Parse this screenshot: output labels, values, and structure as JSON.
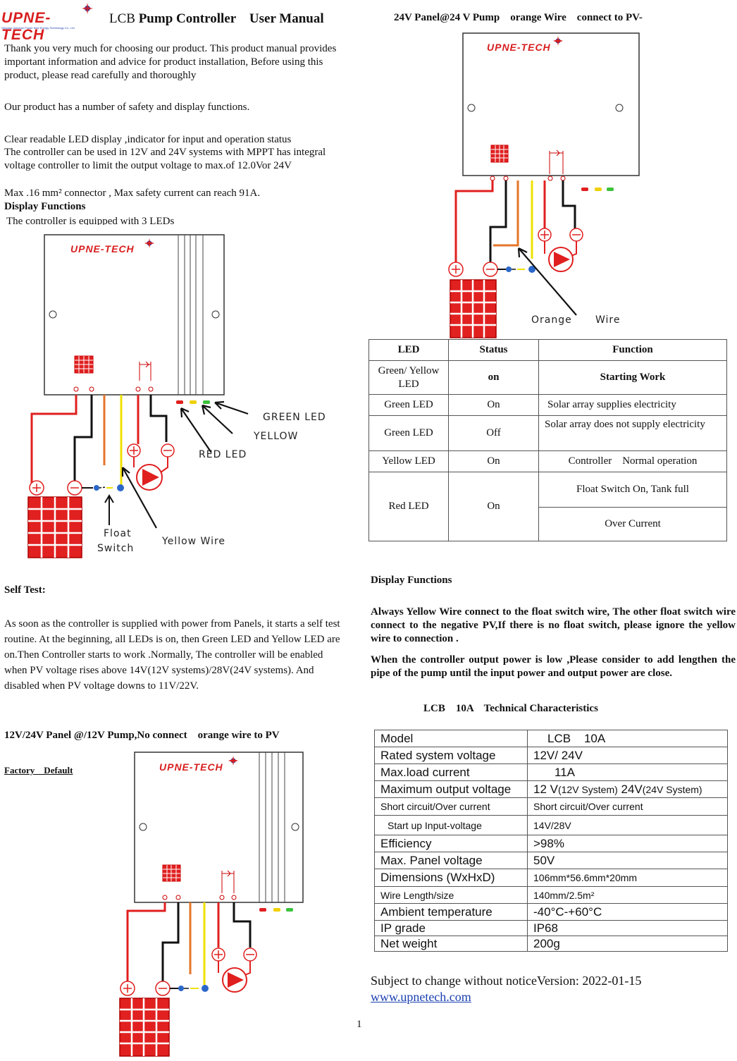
{
  "header": {
    "logo_text": "UPNE-TECH",
    "logo_tagline": "Qingdao Universe Power New Energy Technology Co., Ltd",
    "product": "LCB",
    "title_bold": "Pump Controller",
    "subtitle": "User Manual",
    "top_right": "24V Panel@24 V Pump    orange Wire    connect to PV-"
  },
  "intro": {
    "p1": "Thank you very much for choosing our product. This product manual provides important information and advice for product installation, Before using this product, please read carefully and thoroughly",
    "p2": "Our product has a number of safety and display functions.",
    "p3_line1": "Clear readable LED display ,indicator for input and operation status",
    "p3_line2": "The controller can be used in 12V and 24V systems with MPPT has integral voltage controller to limit the output voltage to max.of 12.0Vor 24V",
    "p3_line3": "Max .16 mm² connector , Max safety current can reach 91A.",
    "display_heading": "Display Functions",
    "cut_line": "The controller is equipped with 3 LEDs"
  },
  "diagram_left": {
    "logo": "UPNE-TECH",
    "green_led": "GREEN LED",
    "yellow": "YELLOW",
    "red_led": "RED LED",
    "float_switch_1": "Float",
    "float_switch_2": "Switch",
    "yellow_wire": "Yellow Wire"
  },
  "diagram_right": {
    "logo": "UPNE-TECH",
    "orange": "Orange",
    "wire": "Wire"
  },
  "diagram_bottom": {
    "logo": "UPNE-TECH"
  },
  "led_table": {
    "headers": [
      "LED",
      "Status",
      "Function"
    ],
    "r1": [
      "Green/ Yellow LED",
      "on",
      "Starting Work"
    ],
    "r2": [
      "Green LED",
      "On",
      "Solar array supplies electricity"
    ],
    "r3": [
      "Green LED",
      "Off",
      "Solar array does not supply electricity"
    ],
    "r4": [
      "Yellow LED",
      "On",
      "Controller    Normal operation"
    ],
    "r5": [
      "Red LED",
      "On",
      "Float Switch On, Tank full"
    ],
    "r5b": "Over Current"
  },
  "self_test": {
    "heading": "Self Test:",
    "body": "As soon as the controller is supplied with power from Panels, it starts a self test routine. At the beginning, all LEDs is on, then Green LED and Yellow LED are on.Then Controller starts to work .Normally, The controller will be enabled when PV voltage rises above 14V(12V systems)/28V(24V systems).    And disabled when PV voltage downs to 11V/22V.",
    "panel_heading": "12V/24V Panel @/12V Pump,No connect    orange wire to PV",
    "factory_default": "Factory    Default"
  },
  "right_text": {
    "display_heading": "Display Functions",
    "p1": "Always Yellow Wire connect to the float switch wire, The other float switch wire connect to the negative PV,If there is no float switch, please ignore the yellow wire to connection .",
    "p2": "When the controller output power is low ,Please consider to add lengthen the pipe of the pump until the input power and output power are close.",
    "tech_heading": "LCB    10A    Technical Characteristics"
  },
  "spec_table": [
    {
      "k": "Model",
      "v": "LCB    10A"
    },
    {
      "k": "Rated system voltage",
      "v": "12V/ 24V"
    },
    {
      "k": "Max.load current",
      "v": "11A"
    },
    {
      "k": "Maximum output voltage",
      "v": "12 V",
      "v2": "(12V System)",
      "v3": " 24V",
      "v4": "(24V System)"
    },
    {
      "k": "Short circuit/Over current",
      "v": "Short circuit/Over current"
    },
    {
      "k": "Start up Input-voltage",
      "v": "14V/28V"
    },
    {
      "k": "Efficiency",
      "v": ">98%"
    },
    {
      "k": "Max. Panel voltage",
      "v": "50V"
    },
    {
      "k": "Dimensions (WxHxD)",
      "v": "106mm*56.6mm*20mm"
    },
    {
      "k": "Wire Length/size",
      "v": "140mm/2.5m²"
    },
    {
      "k": "Ambient temperature",
      "v": "-40°C-+60°C"
    },
    {
      "k": "IP grade",
      "v": "IP68"
    },
    {
      "k": "Net weight",
      "v": "200g"
    }
  ],
  "footer": {
    "notice": "Subject to change without noticeVersion: 2022-01-15",
    "url": "www.upnetech.com",
    "page_number": "1"
  }
}
